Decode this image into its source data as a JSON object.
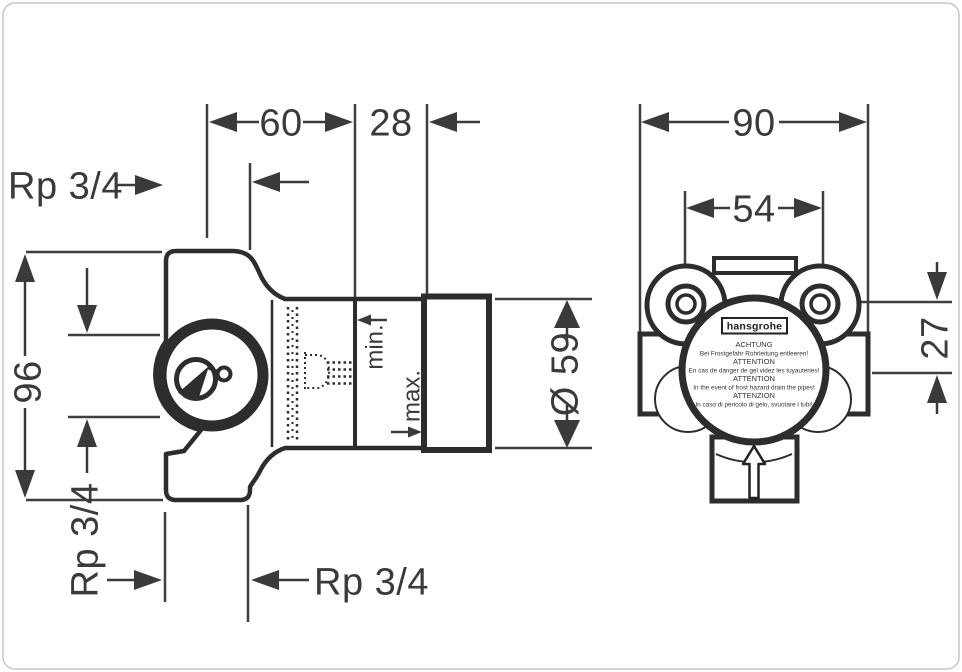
{
  "left_view": {
    "dim_body_width": "60",
    "dim_stop_ring_width": "28",
    "dim_body_height": "96",
    "dim_sleeve_diameter": "Ø 59",
    "thread_top": "Rp 3/4",
    "thread_left": "Rp 3/4",
    "thread_bottom": "Rp 3/4",
    "depth_min": "min.",
    "depth_max": "max."
  },
  "right_view": {
    "dim_overall_width": "90",
    "dim_hole_spacing": "54",
    "dim_axis_offset": "27",
    "label": {
      "logo": "hansgrohe",
      "lines": [
        "ACHTUNG",
        "Bei Frostgefahr Rohrleitung entleeren!",
        "ATTENTION",
        "En cas de danger de gel videz les tuyauteries!",
        "ATTENTION",
        "In the event of frost hazard drain the pipes!",
        "ATTENZION",
        "In caso di pericolo di gelo, svuotare i tubi!"
      ]
    }
  }
}
